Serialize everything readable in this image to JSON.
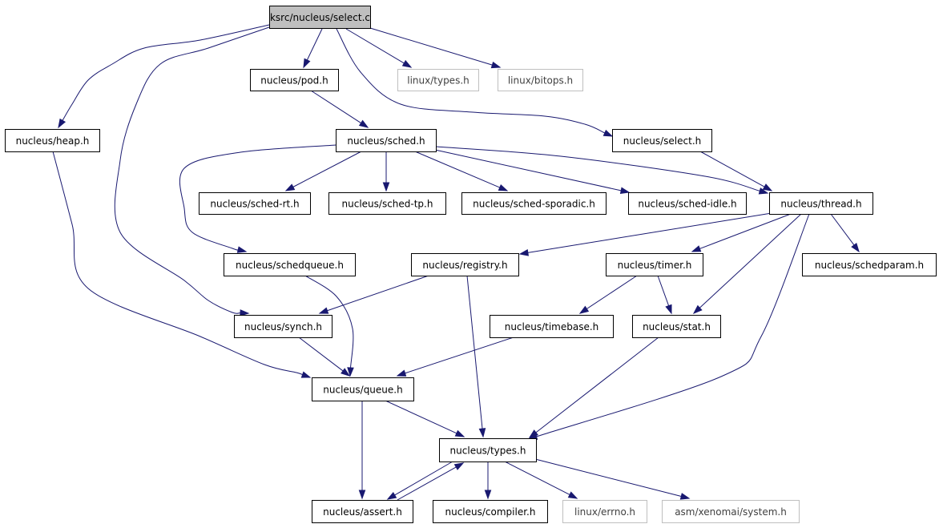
{
  "graph": {
    "title": "ksrc/nucleus/select.c",
    "colors": {
      "edge": "#191970",
      "root_fill": "#bfbfbf",
      "external_border": "#bfbfbf",
      "node_border": "#000000"
    },
    "nodes": [
      {
        "id": "select_c",
        "label": "ksrc/nucleus/select.c",
        "kind": "root"
      },
      {
        "id": "pod_h",
        "label": "nucleus/pod.h",
        "kind": "normal"
      },
      {
        "id": "linux_types_h",
        "label": "linux/types.h",
        "kind": "external"
      },
      {
        "id": "linux_bitops_h",
        "label": "linux/bitops.h",
        "kind": "external"
      },
      {
        "id": "heap_h",
        "label": "nucleus/heap.h",
        "kind": "normal"
      },
      {
        "id": "sched_h",
        "label": "nucleus/sched.h",
        "kind": "normal"
      },
      {
        "id": "select_h",
        "label": "nucleus/select.h",
        "kind": "normal"
      },
      {
        "id": "sched_rt_h",
        "label": "nucleus/sched-rt.h",
        "kind": "normal"
      },
      {
        "id": "sched_tp_h",
        "label": "nucleus/sched-tp.h",
        "kind": "normal"
      },
      {
        "id": "sched_sporadic_h",
        "label": "nucleus/sched-sporadic.h",
        "kind": "normal"
      },
      {
        "id": "sched_idle_h",
        "label": "nucleus/sched-idle.h",
        "kind": "normal"
      },
      {
        "id": "thread_h",
        "label": "nucleus/thread.h",
        "kind": "normal"
      },
      {
        "id": "schedqueue_h",
        "label": "nucleus/schedqueue.h",
        "kind": "normal"
      },
      {
        "id": "registry_h",
        "label": "nucleus/registry.h",
        "kind": "normal"
      },
      {
        "id": "timer_h",
        "label": "nucleus/timer.h",
        "kind": "normal"
      },
      {
        "id": "schedparam_h",
        "label": "nucleus/schedparam.h",
        "kind": "normal"
      },
      {
        "id": "synch_h",
        "label": "nucleus/synch.h",
        "kind": "normal"
      },
      {
        "id": "timebase_h",
        "label": "nucleus/timebase.h",
        "kind": "normal"
      },
      {
        "id": "stat_h",
        "label": "nucleus/stat.h",
        "kind": "normal"
      },
      {
        "id": "queue_h",
        "label": "nucleus/queue.h",
        "kind": "normal"
      },
      {
        "id": "types_h",
        "label": "nucleus/types.h",
        "kind": "normal"
      },
      {
        "id": "assert_h",
        "label": "nucleus/assert.h",
        "kind": "normal"
      },
      {
        "id": "compiler_h",
        "label": "nucleus/compiler.h",
        "kind": "normal"
      },
      {
        "id": "linux_errno_h",
        "label": "linux/errno.h",
        "kind": "external"
      },
      {
        "id": "asm_system_h",
        "label": "asm/xenomai/system.h",
        "kind": "external"
      }
    ],
    "edges": [
      {
        "from": "select_c",
        "to": "pod_h"
      },
      {
        "from": "select_c",
        "to": "linux_types_h"
      },
      {
        "from": "select_c",
        "to": "linux_bitops_h"
      },
      {
        "from": "select_c",
        "to": "heap_h"
      },
      {
        "from": "select_c",
        "to": "synch_h"
      },
      {
        "from": "select_c",
        "to": "select_h"
      },
      {
        "from": "pod_h",
        "to": "sched_h"
      },
      {
        "from": "heap_h",
        "to": "queue_h"
      },
      {
        "from": "sched_h",
        "to": "sched_rt_h"
      },
      {
        "from": "sched_h",
        "to": "sched_tp_h"
      },
      {
        "from": "sched_h",
        "to": "sched_sporadic_h"
      },
      {
        "from": "sched_h",
        "to": "sched_idle_h"
      },
      {
        "from": "sched_h",
        "to": "thread_h"
      },
      {
        "from": "sched_h",
        "to": "schedqueue_h"
      },
      {
        "from": "select_h",
        "to": "thread_h"
      },
      {
        "from": "thread_h",
        "to": "registry_h"
      },
      {
        "from": "thread_h",
        "to": "timer_h"
      },
      {
        "from": "thread_h",
        "to": "schedparam_h"
      },
      {
        "from": "thread_h",
        "to": "stat_h"
      },
      {
        "from": "thread_h",
        "to": "types_h"
      },
      {
        "from": "schedqueue_h",
        "to": "queue_h"
      },
      {
        "from": "registry_h",
        "to": "synch_h"
      },
      {
        "from": "registry_h",
        "to": "types_h"
      },
      {
        "from": "timer_h",
        "to": "timebase_h"
      },
      {
        "from": "timer_h",
        "to": "stat_h"
      },
      {
        "from": "synch_h",
        "to": "queue_h"
      },
      {
        "from": "timebase_h",
        "to": "queue_h"
      },
      {
        "from": "stat_h",
        "to": "types_h"
      },
      {
        "from": "queue_h",
        "to": "types_h"
      },
      {
        "from": "queue_h",
        "to": "assert_h"
      },
      {
        "from": "types_h",
        "to": "assert_h"
      },
      {
        "from": "assert_h",
        "to": "types_h"
      },
      {
        "from": "types_h",
        "to": "compiler_h"
      },
      {
        "from": "types_h",
        "to": "linux_errno_h"
      },
      {
        "from": "types_h",
        "to": "asm_system_h"
      }
    ]
  }
}
